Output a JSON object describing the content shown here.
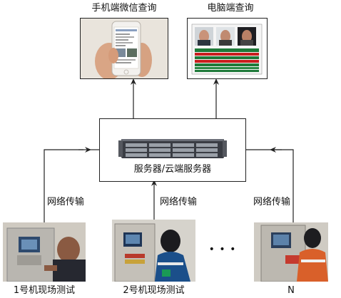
{
  "top": {
    "phone_label": "手机端微信查询",
    "pc_label": "电脑端查询"
  },
  "server": {
    "label": "服务器/云端服务器"
  },
  "transfer": {
    "left_label": "网络传输",
    "mid_label": "网络传输",
    "right_label": "网络传输"
  },
  "sites": {
    "site1": "1号机现场测试",
    "site2": "2号机现场测试",
    "ellipsis": "• • •",
    "siteN": "N"
  },
  "colors": {
    "line": "#222222",
    "rack": "#3a3d44",
    "screen_green": "#1f7a3a",
    "screen_red": "#c81e1e",
    "jacket_blue": "#1b4f8a",
    "jacket_orange": "#d9602a"
  }
}
